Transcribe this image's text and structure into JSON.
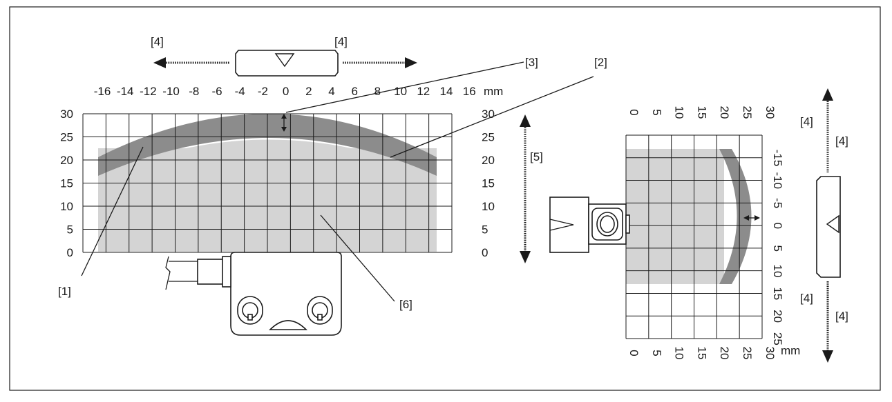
{
  "unit_label": "mm",
  "left_view": {
    "x_ticks": [
      "-16",
      "-14",
      "-12",
      "-10",
      "-8",
      "-6",
      "-4",
      "-2",
      "0",
      "2",
      "4",
      "6",
      "8",
      "10",
      "12",
      "14",
      "16"
    ],
    "y_ticks": [
      "0",
      "5",
      "10",
      "15",
      "20",
      "25",
      "30"
    ],
    "callouts": {
      "c1": "[1]",
      "c2": "[2]",
      "c3": "[3]",
      "c4a": "[4]",
      "c4b": "[4]",
      "c5": "[5]",
      "c6": "[6]"
    }
  },
  "right_view": {
    "x_ticks": [
      "0",
      "5",
      "10",
      "15",
      "20",
      "25",
      "30"
    ],
    "y_ticks": [
      "-15",
      "-10",
      "-5",
      "0",
      "5",
      "10",
      "15",
      "20",
      "25"
    ],
    "callouts": {
      "c4a": "[4]",
      "c4b": "[4]",
      "c4c": "[4]",
      "c4d": "[4]"
    }
  },
  "colors": {
    "zone_light": "#d4d4d4",
    "zone_dark": "#8c8c8c",
    "line": "#1a1a1a"
  }
}
